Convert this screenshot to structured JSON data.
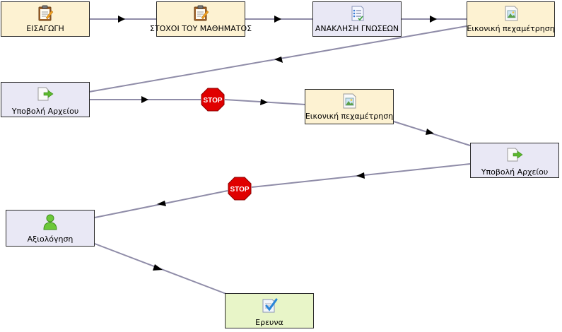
{
  "nodes": {
    "intro": {
      "label": "ΕΙΣΑΓΩΓΗ",
      "icon": "clipboard-icon"
    },
    "objectives": {
      "label": "ΣΤΟΧΟΙ ΤΟΥ ΜΑΘΗΜΑΤΟΣ",
      "icon": "clipboard-icon"
    },
    "recall": {
      "label": "ΑΝΑΚΛΗΣΗ ΓΝΩΣΕΩΝ",
      "icon": "checklist-icon"
    },
    "virtual_experiment_1": {
      "label": "Εικονική πεχαμέτρηση",
      "icon": "picture-icon"
    },
    "file_submission_1": {
      "label": "Υποβολή Αρχείου",
      "icon": "file-arrow-icon"
    },
    "virtual_experiment_2": {
      "label": "Εικονική πεχαμέτρηση",
      "icon": "picture-icon"
    },
    "file_submission_2": {
      "label": "Υποβολή Αρχείου",
      "icon": "file-arrow-icon"
    },
    "assessment": {
      "label": "Αξιολόγηση",
      "icon": "person-icon"
    },
    "survey": {
      "label": "Ερευνα",
      "icon": "checked-document-icon"
    }
  },
  "stops": {
    "stop_1": {
      "label": "STOP"
    },
    "stop_2": {
      "label": "STOP"
    }
  },
  "colors": {
    "yellow_node": "#fdf2d2",
    "lavender_node": "#e9e8f5",
    "green_node": "#e8f5c8",
    "edge": "#8f8ca8",
    "stop_red": "#e00000"
  }
}
